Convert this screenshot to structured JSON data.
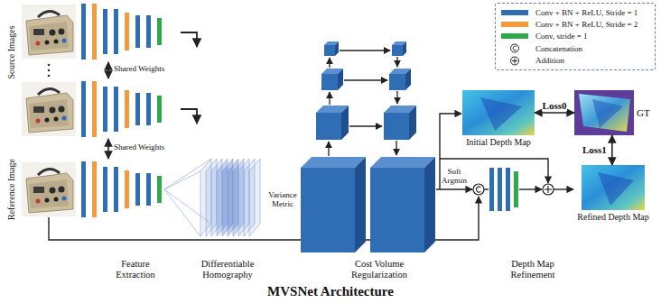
{
  "diagram": {
    "caption": "MVSNet Architecture",
    "nodes": [
      {
        "text": [
          "Initial Depth Map"
        ]
      },
      {
        "text": [
          "GT"
        ]
      },
      {
        "text": [
          "Refined Depth Map"
        ]
      }
    ],
    "edges": [
      {
        "from": 0,
        "to": 1,
        "label": "Loss0",
        "arrow": "both"
      },
      {
        "from": 1,
        "to": 2,
        "label": "Loss1",
        "arrow": "both"
      }
    ],
    "labels": [
      "Source Images",
      "Reference Image",
      "Shared Weights",
      "Shared Weights",
      "Variance Metric",
      "Soft Argmin",
      "Feature Extraction",
      "Differentiable Homography",
      "Cost Volume Regularization",
      "Depth Map Refinement"
    ],
    "legend": [
      {
        "text": "Conv + BN + ReLU, Stride = 1",
        "color": "#2f6db5"
      },
      {
        "text": "Conv + BN + ReLU, Stride = 2",
        "color": "#f39a3c"
      },
      {
        "text": "Conv, stride = 1",
        "color": "#2eaa4a"
      },
      {
        "text": "Concatenation"
      },
      {
        "text": "Addition"
      }
    ]
  }
}
